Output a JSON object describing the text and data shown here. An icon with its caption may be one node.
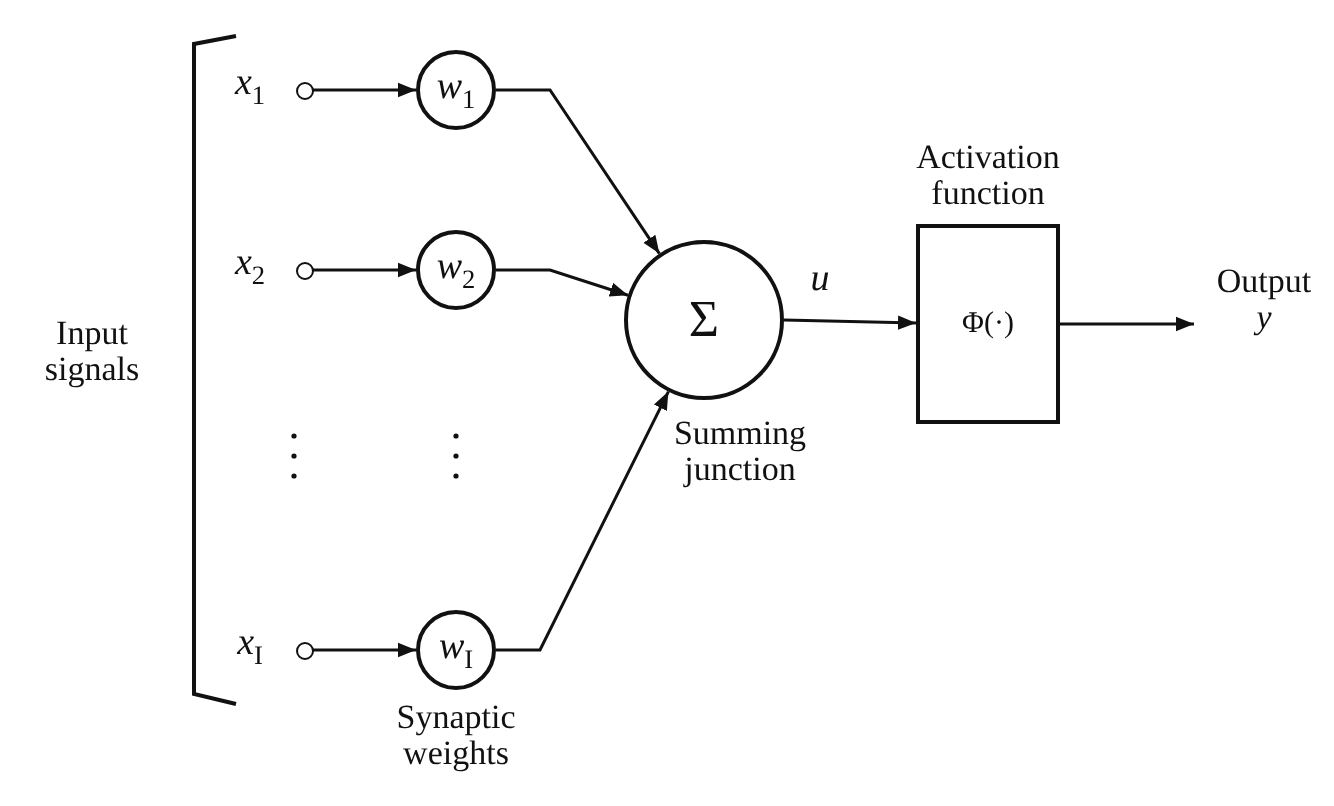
{
  "diagram": {
    "nodes": [
      {
        "text": [],
        "shape": "circle",
        "beside": [
          "*x*$_{1}$"
        ]
      },
      {
        "text": [
          "*w*$_{1}$"
        ]
      },
      {
        "text": [],
        "shape": "circle",
        "beside": [
          "*x*$_{2}$"
        ]
      },
      {
        "text": [
          "*w*$_{2}$"
        ]
      },
      {
        "text": [],
        "shape": "circle",
        "beside": [
          "*x*$_{I}$"
        ]
      },
      {
        "text": [
          "*w*$_{I}$"
        ]
      },
      {
        "text": [
          "Σ"
        ],
        "beside": [
          "Summing junction"
        ]
      },
      {
        "text": [
          "Φ(·)"
        ],
        "beside": [
          "Activation function"
        ]
      },
      {
        "text": [
          "Output *y*"
        ]
      }
    ],
    "edges": [
      {
        "from": 0,
        "to": 1,
        "arrow": "to"
      },
      {
        "from": 2,
        "to": 3,
        "arrow": "to"
      },
      {
        "from": 4,
        "to": 5,
        "arrow": "to"
      },
      {
        "from": 1,
        "to": 6,
        "arrow": "to"
      },
      {
        "from": 3,
        "to": 6,
        "arrow": "to"
      },
      {
        "from": 5,
        "to": 6,
        "arrow": "to"
      },
      {
        "from": 6,
        "to": 7,
        "arrow": "to",
        "label": "u"
      },
      {
        "from": 7,
        "to": 8,
        "arrow": "to"
      }
    ],
    "labels": [
      "Input signals",
      "Synaptic weights"
    ]
  }
}
